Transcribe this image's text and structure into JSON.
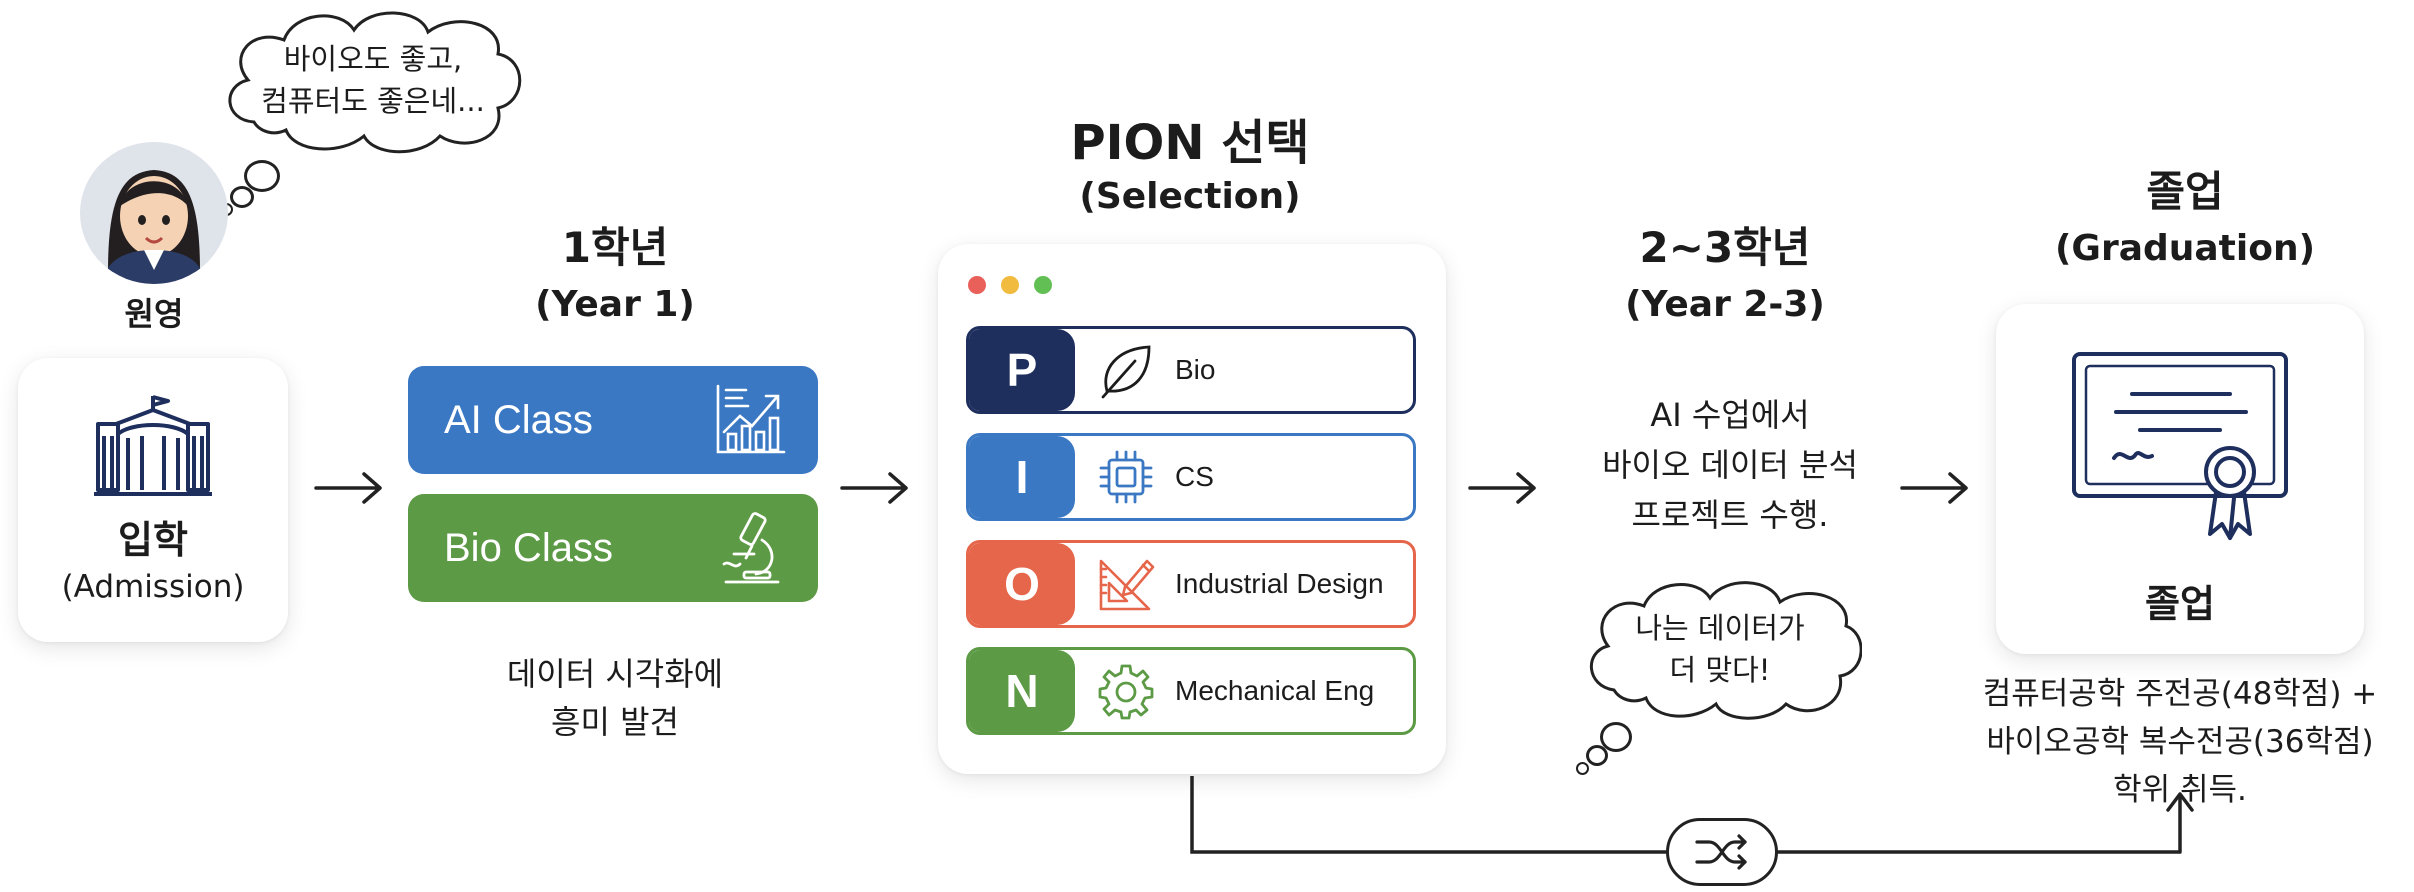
{
  "student": {
    "name": "원영",
    "thought": "바이오도 좋고,\n컴퓨터도 좋은네..."
  },
  "admission": {
    "title": "입학",
    "subtitle": "(Admission)"
  },
  "year1": {
    "title": "1학년",
    "subtitle": "(Year 1)",
    "classes": [
      {
        "label": "AI Class",
        "color": "#3b78c4",
        "icon": "chart-icon"
      },
      {
        "label": "Bio Class",
        "color": "#5d9a45",
        "icon": "microscope-icon"
      }
    ],
    "note": "데이터 시각화에\n흥미 발견"
  },
  "selection": {
    "title": "PION 선택",
    "subtitle": "(Selection)",
    "window_dots": [
      "#e9605a",
      "#f1bb3f",
      "#62bf54"
    ],
    "rows": [
      {
        "letter": "P",
        "label": "Bio",
        "color": "#1e2f5e",
        "icon": "leaf-icon"
      },
      {
        "letter": "I",
        "label": "CS",
        "color": "#3b78c4",
        "icon": "chip-icon"
      },
      {
        "letter": "O",
        "label": "Industrial Design",
        "color": "#e5664a",
        "icon": "ruler-pencil-icon"
      },
      {
        "letter": "N",
        "label": "Mechanical Eng",
        "color": "#5d9a45",
        "icon": "gear-icon"
      }
    ]
  },
  "year23": {
    "title": "2~3학년",
    "subtitle": "(Year 2-3)",
    "description": "AI 수업에서\n바이오 데이터 분석\n프로젝트 수행.",
    "thought": "나는 데이터가\n더 맞다!"
  },
  "graduation": {
    "title": "졸업",
    "subtitle": "(Graduation)",
    "card_label": "졸업",
    "description": "컴퓨터공학 주전공(48학점) +\n바이오공학 복수전공(36학점)\n학위 취득."
  },
  "switch_icon": "shuffle-icon"
}
